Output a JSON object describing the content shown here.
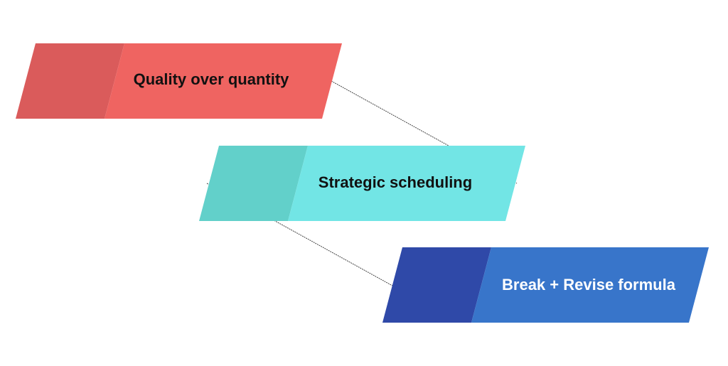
{
  "steps": [
    {
      "label": "Quality over quantity",
      "dark_color": "#DA5B5B",
      "light_color": "#EF6461",
      "text_color": "#111111"
    },
    {
      "label": "Strategic scheduling",
      "dark_color": "#62D0CA",
      "light_color": "#72E5E5",
      "text_color": "#111111"
    },
    {
      "label": "Break + Revise formula",
      "dark_color": "#2F49A8",
      "light_color": "#3875CA",
      "text_color": "#FFFFFF"
    }
  ],
  "connector_color": "#444444"
}
